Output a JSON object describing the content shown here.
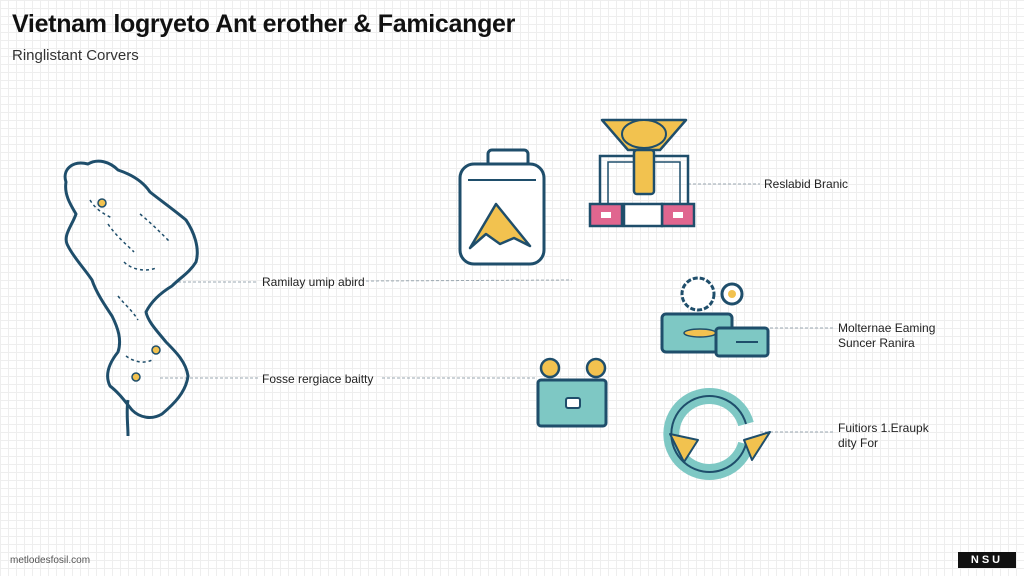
{
  "title": "Vietnam logryeto Ant erother & Famicanger",
  "subtitle": "Ringlistant Corvers",
  "labels": {
    "map_upper": "Ramilay umip abird",
    "map_lower": "Fosse rergiace baitty",
    "top_right": "Reslabid Branic",
    "mid_right_line1": "Molternae Eaming",
    "mid_right_line2": "Suncer Ranira",
    "bottom_right_line1": "Fuitiors 1.Eraupk",
    "bottom_right_line2": "dity For"
  },
  "footer": {
    "source": "metlodesfosil.com",
    "badge": "NSU"
  },
  "colors": {
    "outline": "#1f4e6b",
    "teal": "#7ec8c4",
    "yellow": "#f2c24f",
    "pink": "#e0668f",
    "line": "#9aa7b0"
  },
  "icons": [
    "vietnam-map-icon",
    "jar-icon",
    "funnel-machine-icon",
    "gear-machine-icon",
    "battery-box-icon",
    "circular-arrows-icon"
  ]
}
